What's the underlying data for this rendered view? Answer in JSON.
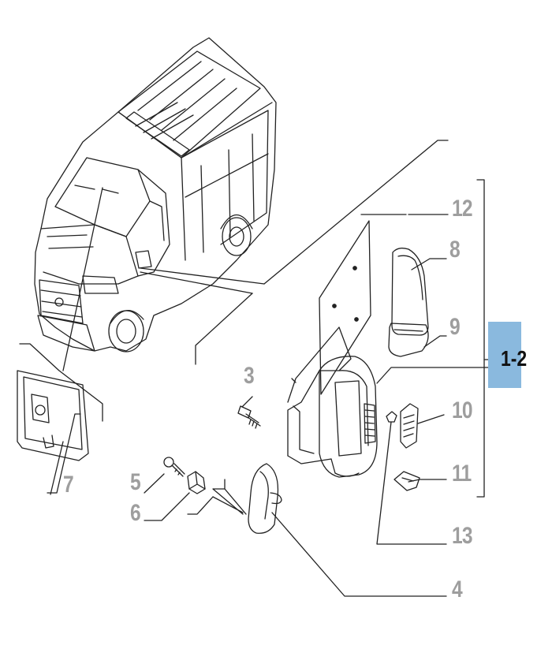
{
  "highlight": {
    "label": "1-2",
    "color": "#8ab9de"
  },
  "callouts": {
    "c3": "3",
    "c4": "4",
    "c5": "5",
    "c6": "6",
    "c7": "7",
    "c8": "8",
    "c9": "9",
    "c10": "10",
    "c11": "11",
    "c12": "12",
    "c13": "13"
  },
  "colors": {
    "line": "#222222",
    "callout_text": "#9e9e9e"
  }
}
